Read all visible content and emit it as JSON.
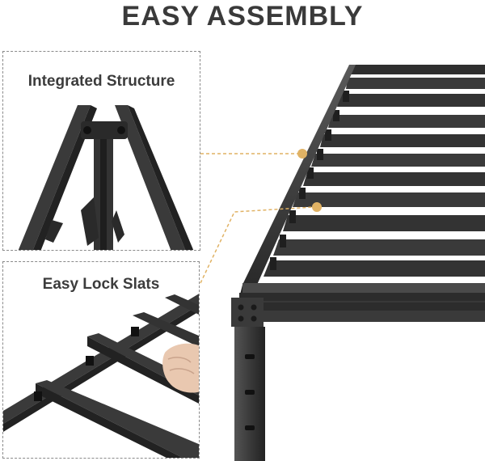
{
  "headline": "EASY ASSEMBLY",
  "insets": {
    "structure_label": "Integrated Structure",
    "slats_label": "Easy Lock Slats"
  },
  "colors": {
    "steel": "#2b2b2b",
    "steel_light": "#4a4a4a",
    "callout": "#e0b264",
    "frame_border": "#8a8a8a",
    "headline_text": "#3a3a3a"
  },
  "callouts": [
    {
      "target": "integrated-structure"
    },
    {
      "target": "easy-lock-slats"
    }
  ]
}
